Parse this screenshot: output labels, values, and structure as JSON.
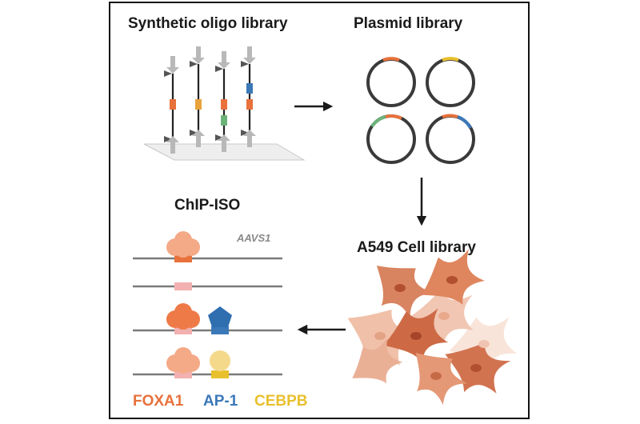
{
  "titles": {
    "synthetic": "Synthetic oligo library",
    "plasmid": "Plasmid library",
    "chip": "ChIP-ISO",
    "cell": "A549 Cell library",
    "aavs1": "AAVS1"
  },
  "legend": {
    "foxa1": "FOXA1",
    "ap1": "AP-1",
    "cebpb": "CEBPB"
  },
  "colors": {
    "foxa1": "#e8713c",
    "foxa1_light": "#f4a987",
    "ap1": "#3b78b8",
    "cebpb": "#e8c02e",
    "green": "#6cb37a",
    "pink": "#f2b1b0",
    "cell_dark": "#d9774f",
    "cell_light": "#f1c6b2"
  }
}
